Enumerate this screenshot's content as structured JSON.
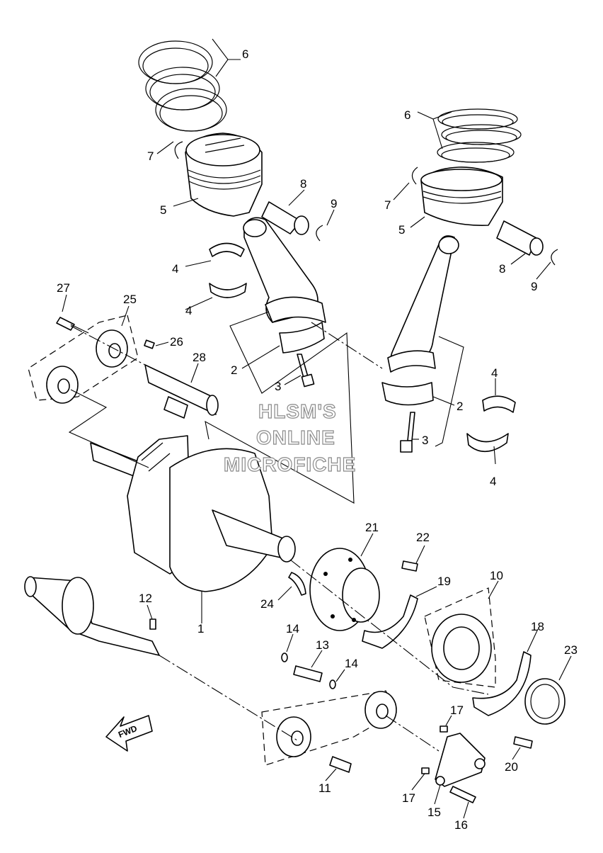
{
  "watermark": {
    "line1": "HLSM'S",
    "line2": "ONLINE",
    "line3": "MICROFICHE"
  },
  "fwd_label": "FWD",
  "callouts": [
    "1",
    "2",
    "3",
    "4",
    "5",
    "6",
    "7",
    "8",
    "9",
    "10",
    "11",
    "12",
    "13",
    "14",
    "15",
    "16",
    "17",
    "18",
    "19",
    "20",
    "21",
    "22",
    "23",
    "24",
    "25",
    "26",
    "27",
    "28"
  ]
}
